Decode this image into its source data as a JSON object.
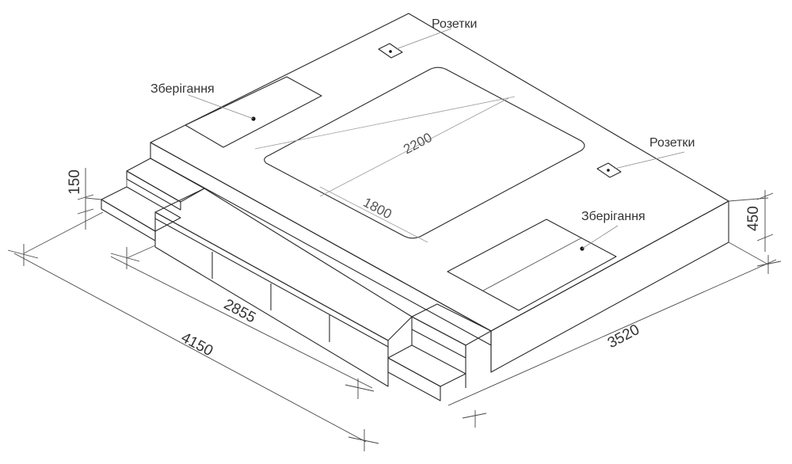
{
  "labels": {
    "outlet_top": "Розетки",
    "outlet_right": "Розетки",
    "storage_left": "Зберігання",
    "storage_right": "Зберігання"
  },
  "dimensions": {
    "width": "4150",
    "drawer_width": "2855",
    "depth": "3520",
    "height": "450",
    "step_height": "150",
    "mattress_length": "2200",
    "mattress_width": "1800"
  },
  "colors": {
    "line": "#2a2a2a",
    "background": "#ffffff",
    "leader": "#8a8a8a"
  }
}
